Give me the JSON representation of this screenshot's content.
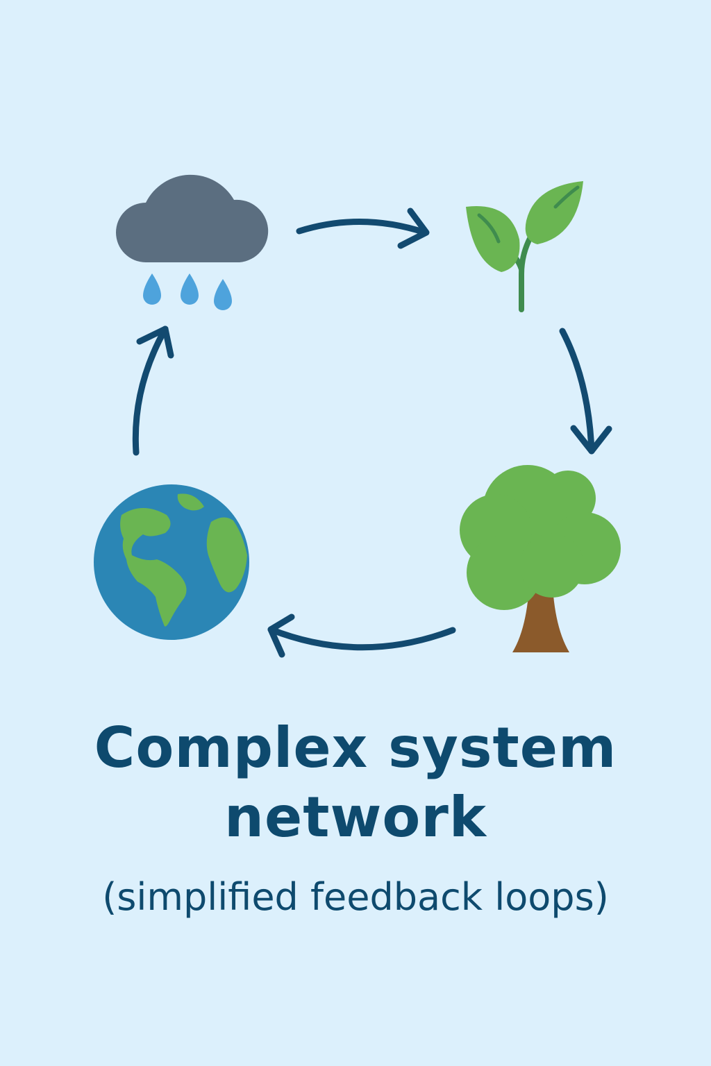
{
  "title_lines": [
    "Complex system",
    "network"
  ],
  "subtitle": "(simplified feedback loops)",
  "nodes": [
    {
      "id": "rain",
      "icon": "rain-cloud-icon"
    },
    {
      "id": "sprout",
      "icon": "sprout-icon"
    },
    {
      "id": "tree",
      "icon": "tree-icon"
    },
    {
      "id": "earth",
      "icon": "earth-globe-icon"
    }
  ],
  "cycle": [
    "rain",
    "sprout",
    "tree",
    "earth",
    "rain"
  ],
  "colors": {
    "background": "#dcf0fc",
    "text": "#0e4a6e",
    "arrow": "#124a70",
    "cloud": "#5b6e80",
    "raindrop": "#4ea3dc",
    "leaf": "#6ab552",
    "stem": "#3f8c4e",
    "trunk": "#8b5a2b",
    "ocean": "#2b86b5",
    "land": "#6ab552"
  }
}
